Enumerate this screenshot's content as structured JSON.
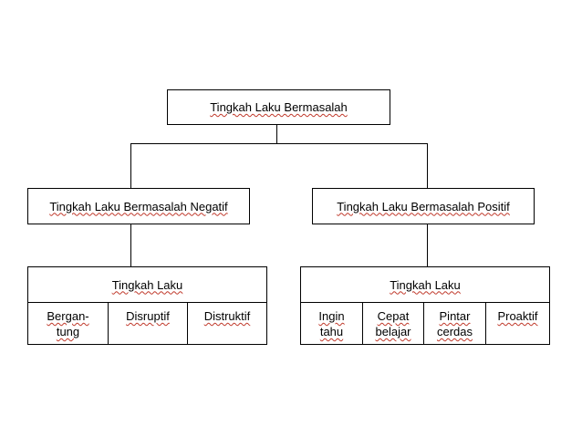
{
  "root": {
    "label": "Tingkah Laku Bermasalah"
  },
  "branches": {
    "negative": {
      "label": "Tingkah Laku Bermasalah Negatif",
      "group_header": "Tingkah Laku",
      "items": [
        {
          "line1": "Bergan-",
          "line2": "tung"
        },
        {
          "line1": "Disruptif",
          "line2": ""
        },
        {
          "line1": "Distruktif",
          "line2": ""
        }
      ]
    },
    "positive": {
      "label": "Tingkah Laku Bermasalah Positif",
      "group_header": "Tingkah Laku",
      "items": [
        {
          "line1": "Ingin",
          "line2": "tahu"
        },
        {
          "line1": "Cepat",
          "line2": "belajar"
        },
        {
          "line1": "Pintar",
          "line2": "cerdas"
        },
        {
          "line1": "Proaktif",
          "line2": ""
        }
      ]
    }
  },
  "colors": {
    "line": "#000000",
    "spellcheck_underline": "#c0392b"
  }
}
